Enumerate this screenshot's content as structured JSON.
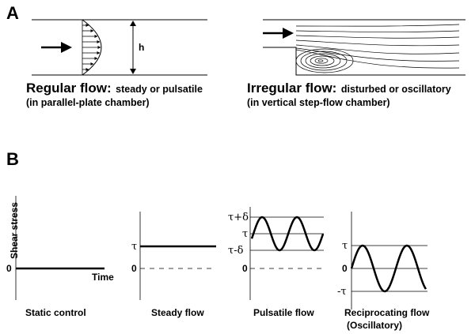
{
  "panel_a": {
    "label": "A",
    "height_label": "h",
    "regular": {
      "title_bold": "Regular flow:",
      "title_rest": " steady or pulsatile",
      "subtitle": "(in parallel-plate chamber)"
    },
    "irregular": {
      "title_bold": "Irregular flow:",
      "title_rest": " disturbed or oscillatory",
      "subtitle": "(in vertical step-flow chamber)"
    }
  },
  "panel_b": {
    "label": "B",
    "y_axis_label": "Shear stress",
    "static": {
      "zero": "0",
      "time": "Time",
      "caption": "Static control"
    },
    "steady": {
      "tau": "τ",
      "zero": "0",
      "caption": "Steady flow"
    },
    "pulsatile": {
      "tau_plus": "τ+δ",
      "tau": "τ",
      "tau_minus": "τ-δ",
      "zero": "0",
      "caption": "Pulsatile flow"
    },
    "reciprocating": {
      "tau": "τ",
      "zero": "0",
      "neg_tau": "-τ",
      "caption": "Reciprocating flow",
      "caption2": "(Oscillatory)"
    }
  }
}
